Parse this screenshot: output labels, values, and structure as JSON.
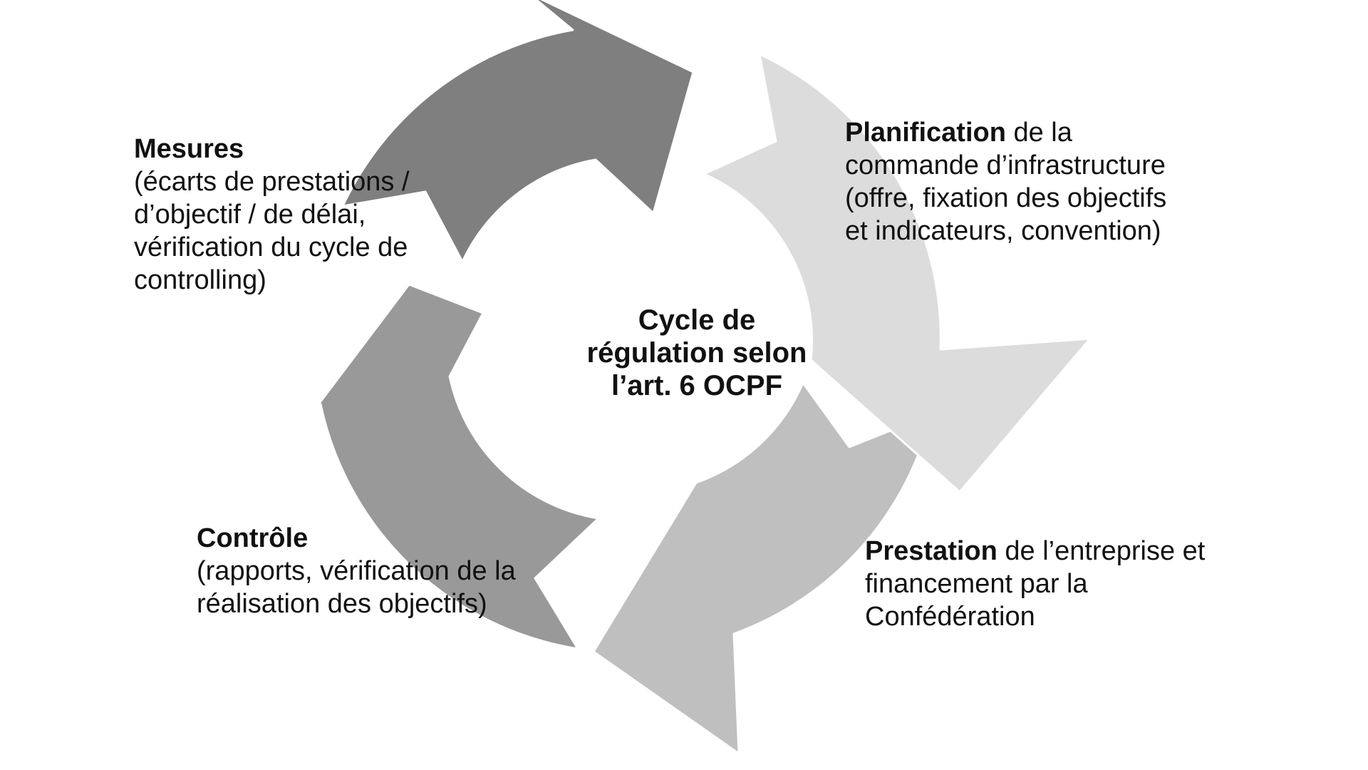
{
  "diagram": {
    "title_center": {
      "lines": [
        "Cycle de",
        "régulation selon",
        "l’art. 6 OCPF"
      ]
    },
    "segments": [
      {
        "id": "planification",
        "color": "#dcdcdc",
        "label_bold": "Planification",
        "label_after": " de la",
        "label_lines": [
          "commande d’infrastructure",
          "(offre, fixation des objectifs",
          "et indicateurs, convention)"
        ]
      },
      {
        "id": "prestation",
        "color": "#bfbfbf",
        "label_bold": "Prestation",
        "label_after": " de l’entreprise et",
        "label_lines": [
          "financement par la",
          "Confédération"
        ]
      },
      {
        "id": "controle",
        "color": "#999999",
        "label_bold": "Contrôle",
        "label_after": "",
        "label_lines": [
          "(rapports, vérification de la",
          "réalisation des objectifs)"
        ]
      },
      {
        "id": "mesures",
        "color": "#7f7f7f",
        "label_bold": "Mesures",
        "label_after": "",
        "label_lines": [
          "(écarts de prestations /",
          "d’objectif / de délai,",
          "vérification du cycle de",
          "controlling)"
        ]
      }
    ],
    "colors": {
      "background": "#ffffff",
      "seam": "#ffffff",
      "text": "#111111"
    }
  }
}
